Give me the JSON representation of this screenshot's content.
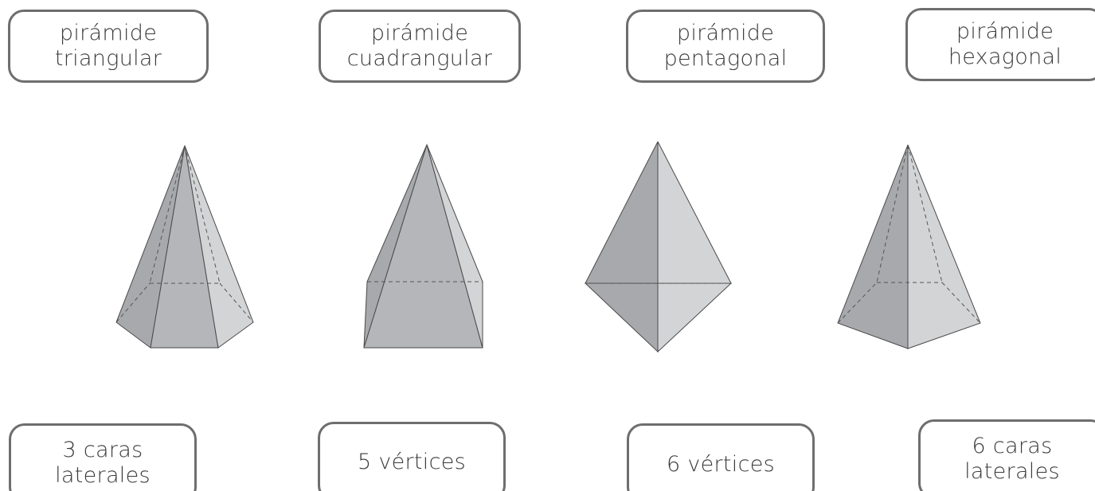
{
  "top_labels": [
    {
      "line1": "pirámide",
      "line2": "triangular"
    },
    {
      "line1": "pirámide",
      "line2": "cuadrangular"
    },
    {
      "line1": "pirámide",
      "line2": "pentagonal"
    },
    {
      "line1": "pirámide",
      "line2": "hexagonal"
    }
  ],
  "bottom_labels": [
    {
      "line1": "3 caras",
      "line2": "laterales"
    },
    {
      "line1": "5 vértices",
      "line2": ""
    },
    {
      "line1": "6 vértices",
      "line2": ""
    },
    {
      "line1": "6 caras",
      "line2": "laterales"
    }
  ],
  "colors": {
    "border": "#6e6e6e",
    "text": "#3a3a3a",
    "face_dark": "#a7a9ac",
    "face_mid": "#b4b6b9",
    "face_light": "#d3d4d6",
    "edge": "#4a4a4a"
  },
  "figures": [
    {
      "name": "hexagonal-pyramid"
    },
    {
      "name": "square-pyramid"
    },
    {
      "name": "triangular-bipyramid"
    },
    {
      "name": "pentagonal-pyramid"
    }
  ]
}
